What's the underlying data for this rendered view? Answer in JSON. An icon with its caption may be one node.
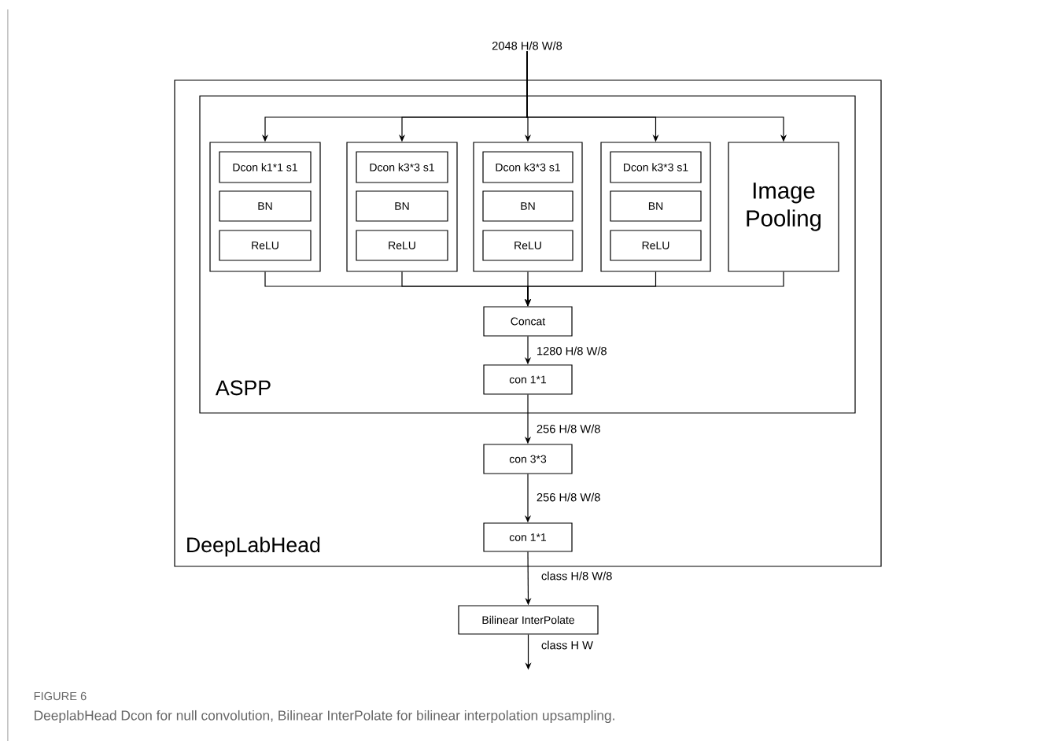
{
  "diagram": {
    "caption": "DeeplabHead Dcon for null convolution, Bilinear InterPolate for bilinear interpolation upsampling.",
    "nodes": [
      {
        "text": [
          "2048 H/8 W/8"
        ]
      },
      {
        "text": [
          "DeepLabHead"
        ]
      },
      {
        "text": [
          "ASPP"
        ],
        "in": 1
      },
      {
        "text": [],
        "shape": "box",
        "in": 2
      },
      {
        "text": [
          "Dcon k1*1 s1"
        ],
        "in": 3
      },
      {
        "text": [
          "BN"
        ],
        "in": 3
      },
      {
        "text": [
          "ReLU"
        ],
        "in": 3
      },
      {
        "text": [],
        "shape": "box",
        "in": 2
      },
      {
        "text": [
          "Dcon k3*3 s1"
        ],
        "in": 7
      },
      {
        "text": [
          "BN"
        ],
        "in": 7
      },
      {
        "text": [
          "ReLU"
        ],
        "in": 7
      },
      {
        "text": [],
        "shape": "box",
        "in": 2
      },
      {
        "text": [
          "Dcon k3*3 s1"
        ],
        "in": 11
      },
      {
        "text": [
          "BN"
        ],
        "in": 11
      },
      {
        "text": [
          "ReLU"
        ],
        "in": 11
      },
      {
        "text": [],
        "shape": "box",
        "in": 2
      },
      {
        "text": [
          "Dcon k3*3 s1"
        ],
        "in": 15
      },
      {
        "text": [
          "BN"
        ],
        "in": 15
      },
      {
        "text": [
          "ReLU"
        ],
        "in": 15
      },
      {
        "text": [
          "Image Pooling"
        ],
        "in": 2
      },
      {
        "text": [
          "Concat"
        ],
        "in": 2
      },
      {
        "text": [
          "con 1*1"
        ],
        "in": 2
      },
      {
        "text": [
          "con 3*3"
        ],
        "in": 1
      },
      {
        "text": [
          "con 1*1"
        ],
        "in": 1
      },
      {
        "text": [
          "Bilinear InterPolate"
        ]
      }
    ],
    "edges": [
      {
        "from": 0,
        "to": 3,
        "arrow": "to"
      },
      {
        "from": 0,
        "to": 7,
        "arrow": "to"
      },
      {
        "from": 0,
        "to": 11,
        "arrow": "to"
      },
      {
        "from": 0,
        "to": 15,
        "arrow": "to"
      },
      {
        "from": 0,
        "to": 19,
        "arrow": "to"
      },
      {
        "from": 3,
        "to": 20,
        "arrow": "to"
      },
      {
        "from": 7,
        "to": 20,
        "arrow": "to"
      },
      {
        "from": 11,
        "to": 20,
        "arrow": "to"
      },
      {
        "from": 15,
        "to": 20,
        "arrow": "to"
      },
      {
        "from": 19,
        "to": 20,
        "arrow": "to"
      },
      {
        "from": 20,
        "to": 21,
        "arrow": "to",
        "label": "1280 H/8 W/8"
      },
      {
        "from": 21,
        "to": 22,
        "arrow": "to",
        "label": "256 H/8 W/8"
      },
      {
        "from": 22,
        "to": 23,
        "arrow": "to",
        "label": "256 H/8 W/8"
      },
      {
        "from": 23,
        "to": 24,
        "arrow": "to",
        "label": "class H/8 W/8"
      },
      {
        "from": 24,
        "to": null,
        "arrow": "to",
        "label": "class H W"
      }
    ],
    "labels": [
      "FIGURE 6"
    ]
  }
}
